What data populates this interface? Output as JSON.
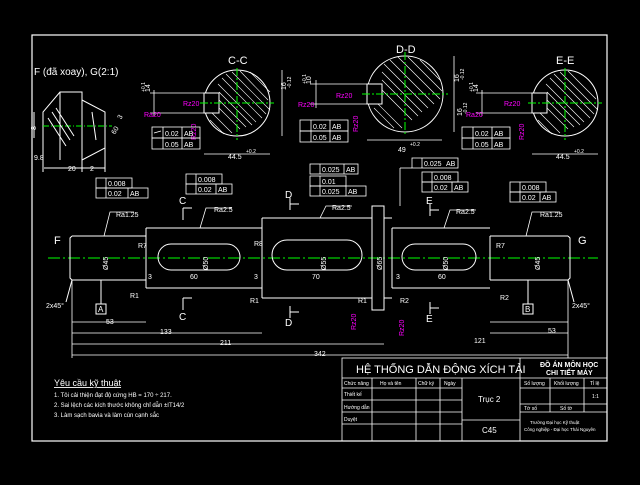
{
  "colors": {
    "background": "#000000",
    "line": "#ffffff",
    "centerline": "#00ff00",
    "dim": "#ffff00",
    "roughness": "#ff00ff",
    "border": "#ffffff"
  },
  "views": {
    "detail_label": "F (đã xoay), G(2:1)",
    "cc": "C-C",
    "dd": "D-D",
    "ee": "E-E"
  },
  "section_cc": {
    "height_dim": "16",
    "height_tol": "-0.12",
    "left_dim": "14",
    "left_tol": "+0.1",
    "ra1": "Ra20",
    "ra2": "Rz20",
    "ra3": "Rz20",
    "tol_parallel": "0.02",
    "tol_sym": "0.05",
    "datum": "AB",
    "bottom_dim": "44.5",
    "bottom_tol": "+0.2"
  },
  "section_dd": {
    "height_dim": "16",
    "height_tol": "-0.12",
    "left_dim": "10",
    "left_tol": "+0.1",
    "ra1": "Rz20",
    "ra2": "Rz20",
    "ra3": "Rz20",
    "tol_parallel": "0.02",
    "tol_sym": "0.05",
    "datum": "AB",
    "bottom_dim": "49",
    "bottom_tol": "+0.2"
  },
  "section_ee": {
    "height_dim": "16",
    "height_tol": "-0.12",
    "left_dim": "14",
    "left_tol": "+0.1",
    "ra1": "Ra20",
    "ra2": "Rz20",
    "ra3": "Rz20",
    "tol_parallel": "0.02",
    "tol_sym": "0.05",
    "datum": "AB",
    "bottom_dim": "44.5",
    "bottom_tol": "+0.2"
  },
  "detail": {
    "d1": "8",
    "d2": "60",
    "d3": "3",
    "d4": "9.8",
    "d5": "20",
    "d6": "2"
  },
  "shaft_frames": {
    "f1_runout": "0.008",
    "f1_cyl": "0.02",
    "f1_datum": "AB",
    "f1_ra": "Ra1.25",
    "f2_runout": "0.008",
    "f2_cyl": "0.02",
    "f2_datum": "AB",
    "f2_ra": "Ra2.5",
    "f3_runout": "0.025",
    "f3_runout_datum": "AB",
    "f3_cyl": "0.01",
    "f3_cyl2": "0.025",
    "f3_datum": "AB",
    "f3_ra": "Ra2.5",
    "f4_runout": "0.025",
    "f4_datum": "AB",
    "f4_a": "0.008",
    "f4_b": "0.02",
    "f4_ra": "Ra2.5",
    "f5_runout": "0.008",
    "f5_cyl": "0.02",
    "f5_datum": "AB",
    "f5_ra": "Ra1.25"
  },
  "shaft_labels": {
    "F": "F",
    "G": "G",
    "C": "C",
    "D": "D",
    "E": "E",
    "A": "A",
    "B": "B",
    "R7a": "R7",
    "R7b": "R7",
    "R8": "R8",
    "R1a": "R1",
    "R1b": "R1",
    "R1c": "R1",
    "R2a": "R2",
    "R2b": "R2",
    "d3a": "3",
    "d3b": "3",
    "d3c": "3",
    "d60a": "60",
    "d70": "70",
    "d60b": "60",
    "phi45a": "Ø45",
    "phi50a": "Ø50",
    "phi55": "Ø55",
    "phi65": "Ø65",
    "phi50b": "Ø50",
    "phi45b": "Ø45",
    "cham_l": "2x45°",
    "cham_r": "2x45°",
    "d53l": "53",
    "d53r": "53",
    "d133": "133",
    "d211": "211",
    "d121": "121",
    "d342": "342",
    "ra_bottom1": "Rz20",
    "ra_bottom2": "Rz20"
  },
  "notes": {
    "title": "Yêu cầu kỹ thuật",
    "line1": "1. Tôi cải thiện đạt độ cứng HB = 170 ÷ 217.",
    "line2": "2. Sai lệch các kích thước không chỉ dẫn ±IT14/2",
    "line3": "3. Làm sạch bavia và làm cùn cạnh sắc"
  },
  "title_block": {
    "project": "HỆ THỐNG DẪN ĐỘNG XÍCH TẢI",
    "course1": "ĐỒ ÁN MÔN HỌC",
    "course2": "CHI TIẾT MÁY",
    "col_task": "Chức năng",
    "col_name": "Họ và tên",
    "col_sign": "Chữ ký",
    "col_date": "Ngày",
    "row_design": "Thiết kế",
    "row_guide": "Hướng dẫn",
    "row_approve": "Duyệt",
    "part_name": "Trục 2",
    "material": "C45",
    "h_qty": "Số lượng",
    "h_mass": "Khối lượng",
    "h_scale": "Tỉ lệ",
    "scale": "1:1",
    "sheet": "Tờ số",
    "sheets": "Số tờ",
    "school1": "Trường Đại học Kỹ thuật",
    "school2": "Công nghiệp - Đại học Thái Nguyên"
  }
}
